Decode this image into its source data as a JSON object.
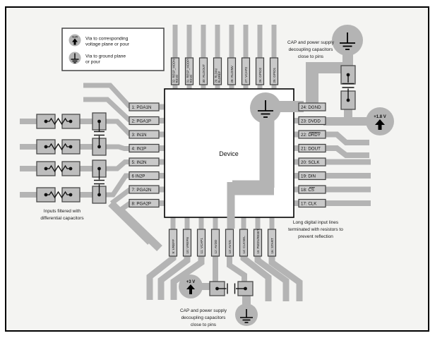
{
  "figure": {
    "description": "PCB layout example for ADC device"
  },
  "legend": {
    "items": [
      {
        "icon": "voltage-via-icon",
        "icon_label": "+3.3V",
        "line1": "Via to corresponding",
        "line2": "voltage plane or pour"
      },
      {
        "icon": "ground-via-icon",
        "line1": "Via to ground plane",
        "line2": "or pour"
      }
    ]
  },
  "device": {
    "label": "Device"
  },
  "pins": {
    "left": [
      "1: PGA1N",
      "2: PGA1P",
      "3: IN1N",
      "4: IN1P",
      "5: IN2N",
      "6 IN2P",
      "7: PGA2N",
      "8: PGA2P"
    ],
    "right": [
      "24: DGND",
      "23: DVDD",
      "22: DRDY",
      "21: DOUT",
      "20: SCLK",
      "19: DIN",
      "18: CS",
      "17: CLK"
    ],
    "top": [
      [
        "32: RESP_MODN/",
        "RSVD"
      ],
      [
        "31: RESP_MODP/",
        "RSVD"
      ],
      [
        "30: RLDOUT",
        ""
      ],
      [
        "29: RLDIN/",
        "RLDREF"
      ],
      [
        "28: RLDINV",
        ""
      ],
      [
        "27: VCAP2",
        ""
      ],
      [
        "26: GPIO2",
        ""
      ],
      [
        "25: GPIO1",
        ""
      ]
    ],
    "bottom": [
      "9: VREFP",
      "10: VREFN",
      "11: VCAP1",
      "12: AVDD",
      "13: AVSS",
      "14: CLKSEL",
      "15: PWDN/RESET",
      "16: START"
    ]
  },
  "supplies": {
    "digital": "+1.8 V",
    "analog": "+3 V"
  },
  "annotations": {
    "top_right": [
      "CAP and power supply",
      "decoupling capacitors",
      "close to pins"
    ],
    "bottom": [
      "CAP and power supply",
      "decoupling capacitors",
      "close to pins"
    ],
    "right": [
      "Long digital input lines",
      "terminated with resistors to",
      "prevent reflection"
    ],
    "left": [
      "Inputs filtered with",
      "differential capacitors"
    ]
  },
  "colors": {
    "trace": "#b4b4b4",
    "pad_fill": "#bdbdbd",
    "pad_border": "#4a4a4a",
    "label_fill": "#c9c9c9",
    "background": "#f4f4f2",
    "device_fill": "#ffffff",
    "border": "#000000"
  }
}
